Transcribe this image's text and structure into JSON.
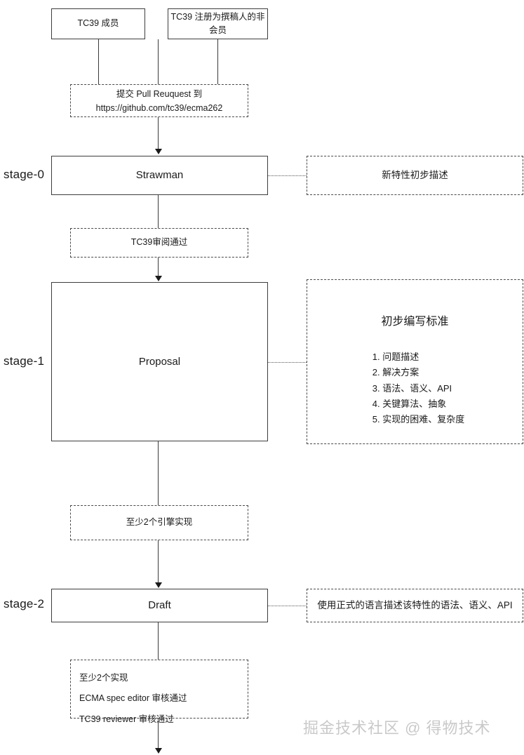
{
  "diagram": {
    "title": "TC39 ECMAScript Proposal Stages Flowchart",
    "watermark": "掘金技术社区 @ 得物技术",
    "colors": {
      "box_border": "#3d3d3d",
      "dashed_border": "#4a4a4a",
      "connector": "#3a3a3a",
      "text": "#1a1a1a",
      "watermark": "#c9c9c9",
      "background": "#ffffff"
    },
    "stage_labels": [
      {
        "name": "stage-0",
        "label": "stage-0"
      },
      {
        "name": "stage-1",
        "label": "stage-1"
      },
      {
        "name": "stage-2",
        "label": "stage-2"
      }
    ],
    "actors": [
      {
        "label": "TC39 成员"
      },
      {
        "label": "TC39 注册为撰稿人的非会员"
      }
    ],
    "steps": {
      "submit_pr": {
        "line1": "提交 Pull Reuquest 到",
        "line2": "https://github.com/tc39/ecma262"
      },
      "tc39_review": {
        "label": "TC39审阅通过"
      },
      "two_engines": {
        "label": "至少2个引擎实现"
      },
      "stage3_criteria": {
        "rows": [
          "至少2个实现",
          "ECMA spec editor 审核通过",
          "TC39 reviewer 审核通过"
        ]
      }
    },
    "stages": [
      {
        "key": "strawman",
        "label": "Strawman"
      },
      {
        "key": "proposal",
        "label": "Proposal"
      },
      {
        "key": "draft",
        "label": "Draft"
      }
    ],
    "annotations": {
      "strawman": {
        "text": "新特性初步描述"
      },
      "proposal": {
        "title": "初步编写标准",
        "items": [
          "1. 问题描述",
          "2. 解决方案",
          "3. 语法、语义、API",
          "4. 关键算法、抽象",
          "5. 实现的困难、复杂度"
        ]
      },
      "draft": {
        "text": "使用正式的语言描述该特性的语法、语义、API"
      }
    }
  }
}
